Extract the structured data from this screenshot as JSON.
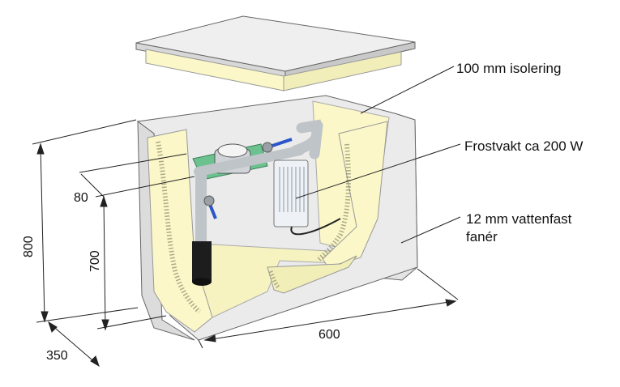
{
  "labels": {
    "insulation": "100 mm isolering",
    "frost_guard": "Frostvakt ca 200 W",
    "plywood_line1": "12 mm vattenfast",
    "plywood_line2": "fanér"
  },
  "dimensions": {
    "height_total": "800",
    "height_inner": "700",
    "offset": "80",
    "depth": "350",
    "width": "600"
  },
  "colors": {
    "insulation": "#fbf7c8",
    "insulation_shade": "#e8e2a6",
    "box_face": "#e9e9e9",
    "box_side": "#d9d9d9",
    "lid": "#ececec",
    "pipe": "#bfc4c8",
    "valve_handle": "#2b55c9",
    "meter_green": "#6bc28f",
    "heater": "#eef2f6"
  }
}
